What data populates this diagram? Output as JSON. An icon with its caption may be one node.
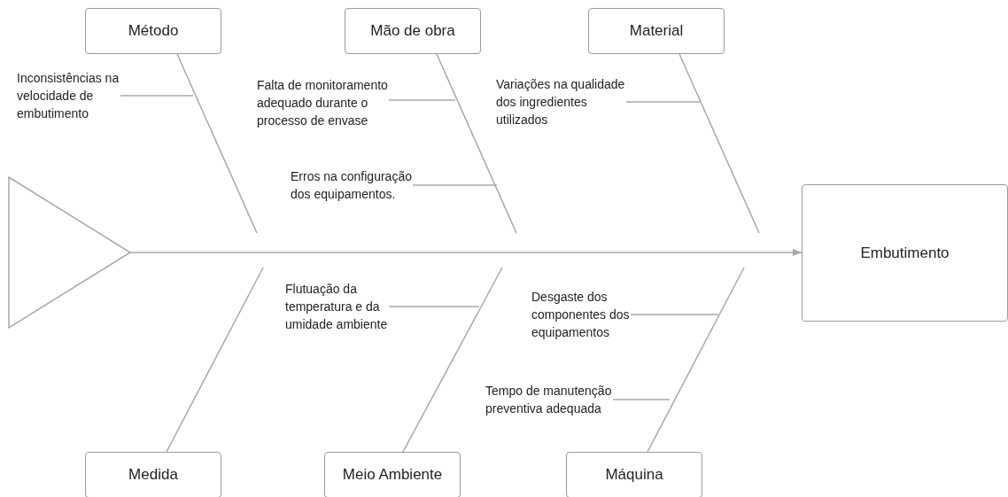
{
  "diagram": {
    "nodes": [
      {
        "text": [],
        "shape": "triangle"
      },
      {
        "text": [
          "Método"
        ]
      },
      {
        "text": [
          "Mão de obra"
        ]
      },
      {
        "text": [
          "Material"
        ]
      },
      {
        "text": [
          "Inconsistências na velocidade de embutimento"
        ]
      },
      {
        "text": [
          "Falta de monitoramento adequado durante o processo de envase"
        ]
      },
      {
        "text": [
          "Variações na qualidade dos ingredientes utilizados"
        ]
      },
      {
        "text": [
          "Erros na configuração dos equipamentos."
        ]
      },
      {
        "text": [
          "Embutimento"
        ]
      },
      {
        "text": [
          "Flutuação da temperatura e da umidade ambiente"
        ]
      },
      {
        "text": [
          "Desgaste dos componentes dos equipamentos"
        ]
      },
      {
        "text": [
          "Tempo de manutenção preventiva adequada"
        ]
      },
      {
        "text": [
          "Medida"
        ]
      },
      {
        "text": [
          "Meio Ambiente"
        ]
      },
      {
        "text": [
          "Máquina"
        ]
      }
    ],
    "edges": [
      {
        "from": 0,
        "to": 8,
        "arrow": "to"
      },
      {
        "from": 1,
        "to": null,
        "arrow": "none"
      },
      {
        "from": 2,
        "to": null,
        "arrow": "none"
      },
      {
        "from": 3,
        "to": null,
        "arrow": "none"
      },
      {
        "from": 12,
        "to": null,
        "arrow": "none"
      },
      {
        "from": 13,
        "to": null,
        "arrow": "none"
      },
      {
        "from": 14,
        "to": null,
        "arrow": "none"
      },
      {
        "from": 4,
        "to": null,
        "arrow": "none"
      },
      {
        "from": 5,
        "to": null,
        "arrow": "none"
      },
      {
        "from": 6,
        "to": null,
        "arrow": "none"
      },
      {
        "from": 7,
        "to": null,
        "arrow": "none"
      },
      {
        "from": 9,
        "to": null,
        "arrow": "none"
      },
      {
        "from": 10,
        "to": null,
        "arrow": "none"
      },
      {
        "from": 11,
        "to": null,
        "arrow": "none"
      }
    ]
  }
}
